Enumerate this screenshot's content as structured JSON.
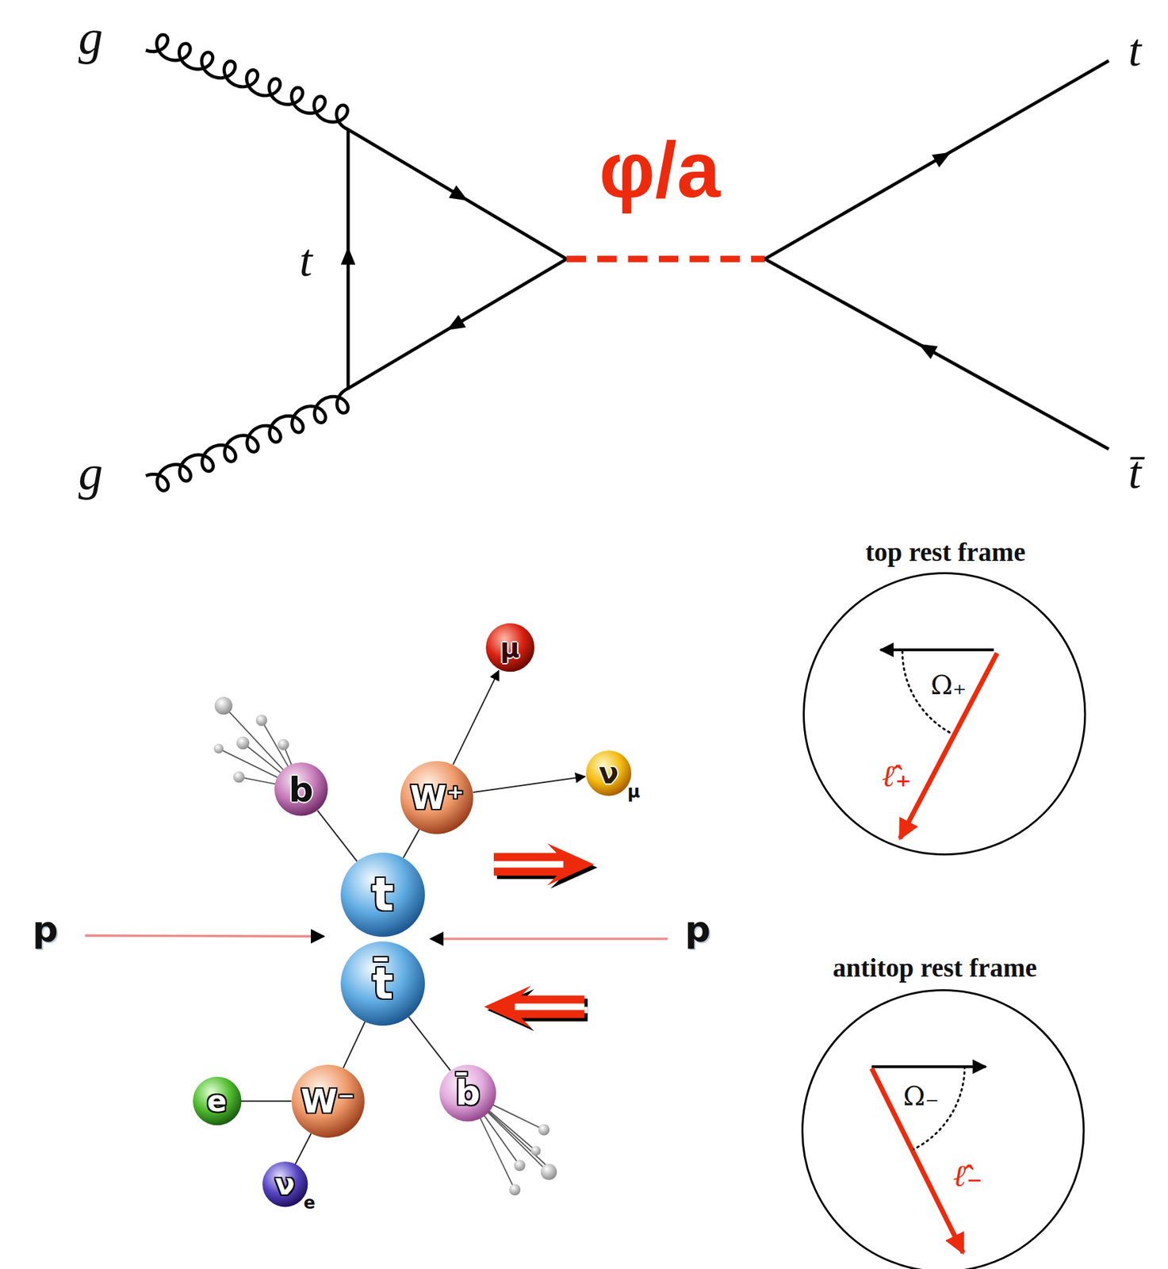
{
  "diagram": {
    "nodes": [
      {
        "text": [
          "μ"
        ]
      },
      {
        "text": [
          "b"
        ]
      },
      {
        "text": [
          "W⁺"
        ]
      },
      {
        "text": [
          "ν",
          "μ"
        ]
      },
      {
        "text": [
          "t"
        ]
      },
      {
        "text": [
          "t̄"
        ]
      },
      {
        "text": [
          "W⁻"
        ]
      },
      {
        "text": [
          "b̄"
        ]
      },
      {
        "text": [
          "e"
        ]
      },
      {
        "text": [
          "ν",
          "e"
        ]
      },
      {
        "text": [
          "top rest frame",
          "Ω₊",
          "ℓ̂₊"
        ]
      },
      {
        "text": [
          "antitop rest frame",
          "Ω₋",
          "ℓ̂₋"
        ]
      }
    ],
    "edges": [
      {
        "from": 4,
        "to": 1,
        "arrow": "none"
      },
      {
        "from": 4,
        "to": 2,
        "arrow": "none"
      },
      {
        "from": 2,
        "to": 0,
        "arrow": "to"
      },
      {
        "from": 2,
        "to": 3,
        "arrow": "to"
      },
      {
        "from": 5,
        "to": 6,
        "arrow": "none"
      },
      {
        "from": 5,
        "to": 7,
        "arrow": "none"
      },
      {
        "from": 6,
        "to": 8,
        "arrow": "none"
      },
      {
        "from": 6,
        "to": 9,
        "arrow": "none"
      }
    ],
    "labels": [
      "g",
      "g",
      "t",
      "φ/a",
      "t",
      "t̄",
      "p",
      "p"
    ]
  }
}
